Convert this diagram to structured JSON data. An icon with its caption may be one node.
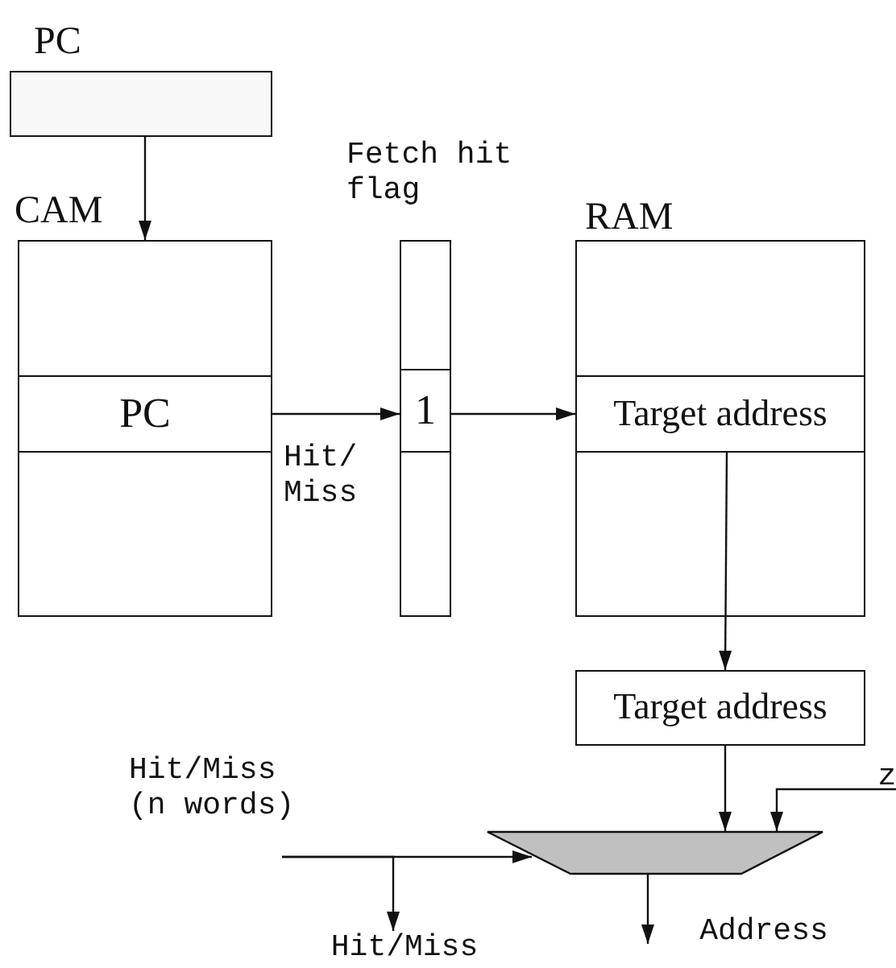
{
  "diagram": {
    "nodes": [
      {
        "text": [
          "PC"
        ]
      },
      {
        "text": [
          "CAM"
        ]
      },
      {
        "text": [
          "PC"
        ],
        "in": 1
      },
      {
        "text": [
          "Fetch hit flag"
        ]
      },
      {
        "text": [
          "1"
        ],
        "in": 3
      },
      {
        "text": [
          "RAM"
        ]
      },
      {
        "text": [
          "Target address"
        ],
        "in": 5
      },
      {
        "text": [
          "Target address"
        ]
      },
      {
        "text": [],
        "shape": "trapezoid"
      },
      {
        "text": [
          "Hit/Miss (n words)"
        ]
      },
      {
        "text": [
          "Hit/Miss"
        ]
      },
      {
        "text": [
          "Address"
        ]
      },
      {
        "text": [
          "z"
        ]
      }
    ],
    "edges": [
      {
        "from": 0,
        "to": 1,
        "arrow": "to"
      },
      {
        "from": 2,
        "to": 4,
        "arrow": "to",
        "label": "Hit/ Miss"
      },
      {
        "from": 4,
        "to": 6,
        "arrow": "to"
      },
      {
        "from": 6,
        "to": 7,
        "arrow": "to"
      },
      {
        "from": 7,
        "to": 8,
        "arrow": "to"
      },
      {
        "from": 12,
        "to": 8,
        "arrow": "to"
      },
      {
        "from": 9,
        "to": 8,
        "arrow": "to"
      },
      {
        "from": 9,
        "to": 10,
        "arrow": "to"
      },
      {
        "from": 8,
        "to": 11,
        "arrow": "to"
      }
    ]
  }
}
